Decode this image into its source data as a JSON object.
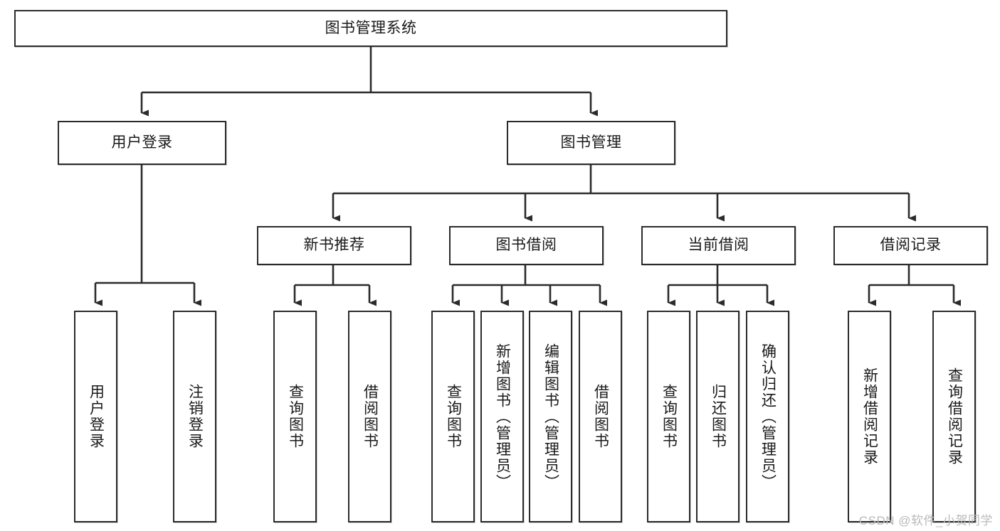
{
  "diagram": {
    "title": "图书管理系统",
    "watermark": "CSDN @软件_小贺同学",
    "stroke_color": "#2b2b2b",
    "text_color": "#1a1a1a",
    "background_color": "#ffffff",
    "watermark_color": "#b9b9b9"
  },
  "nodes": {
    "root": {
      "label": "图书管理系统"
    },
    "level1": [
      {
        "label": "用户登录"
      },
      {
        "label": "图书管理"
      }
    ],
    "level2": [
      {
        "label": "新书推荐"
      },
      {
        "label": "图书借阅"
      },
      {
        "label": "当前借阅"
      },
      {
        "label": "借阅记录"
      }
    ],
    "leaves": [
      {
        "label": "用户登录",
        "parent": "用户登录"
      },
      {
        "label": "注销登录",
        "parent": "用户登录"
      },
      {
        "label": "查询图书",
        "parent": "新书推荐"
      },
      {
        "label": "借阅图书",
        "parent": "新书推荐"
      },
      {
        "label": "查询图书",
        "parent": "图书借阅"
      },
      {
        "label": "新增图书（管理员）",
        "parent": "图书借阅"
      },
      {
        "label": "编辑图书（管理员）",
        "parent": "图书借阅"
      },
      {
        "label": "借阅图书",
        "parent": "图书借阅"
      },
      {
        "label": "查询图书",
        "parent": "当前借阅"
      },
      {
        "label": "归还图书",
        "parent": "当前借阅"
      },
      {
        "label": "确认归还（管理员）",
        "parent": "当前借阅"
      },
      {
        "label": "新增借阅记录",
        "parent": "借阅记录"
      },
      {
        "label": "查询借阅记录",
        "parent": "借阅记录"
      }
    ]
  }
}
